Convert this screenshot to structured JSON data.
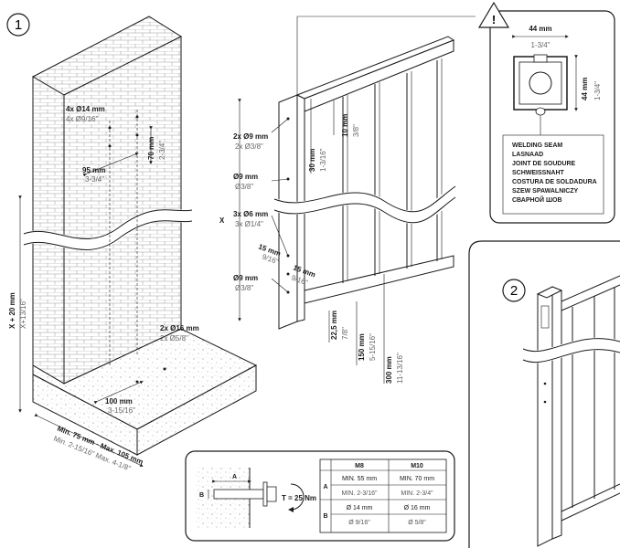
{
  "step_markers": {
    "step1": "1",
    "step2": "2"
  },
  "warning_symbol": "!",
  "wall": {
    "holes_top": "4x Ø14 mm",
    "holes_top_imperial": "4x Ø9/16\"",
    "dim_95": "95 mm",
    "dim_95_imperial": "3-3/4\"",
    "dim_70": "70 mm",
    "dim_70_imperial": "2-3/4\"",
    "height": "X + 20 mm",
    "height_imperial": "X+13/16\"",
    "holes_base": "2x Ø16 mm",
    "holes_base_imperial": "2x Ø5/8\"",
    "dim_100": "100 mm",
    "dim_100_imperial": "3-15/16\"",
    "base_depth": "Min. 75 mm - Max. 105 mm",
    "base_depth_imperial": "Min. 2-15/16\" Max. 4-1/8\""
  },
  "gate": {
    "holes_9_top": "2x Ø9 mm",
    "holes_9_top_imperial": "2x Ø3/8\"",
    "hole_9_mid": "Ø9 mm",
    "hole_9_mid_imperial": "Ø3/8\"",
    "holes_6": "3x Ø6 mm",
    "holes_6_imperial": "3x Ø1/4\"",
    "dim_15a": "15 mm",
    "dim_15a_imperial": "9/16\"",
    "dim_15b": "15 mm",
    "dim_15b_imperial": "9/16\"",
    "hole_9_low": "Ø9 mm",
    "hole_9_low_imperial": "Ø3/8\"",
    "dim_30": "30 mm",
    "dim_30_imperial": "1-3/16\"",
    "dim_10": "10 mm",
    "dim_10_imperial": "3/8\"",
    "x_label": "X",
    "dim_22": "22,5 mm",
    "dim_22_imperial": "7/8\"",
    "dim_150": "150 mm",
    "dim_150_imperial": "5-15/16\"",
    "dim_300": "300 mm",
    "dim_300_imperial": "11-13/16\""
  },
  "profile_detail": {
    "width": "44 mm",
    "width_imperial": "1-3/4\"",
    "height": "44 mm",
    "height_imperial": "1-3/4\"",
    "weld_labels": [
      "WELDING SEAM",
      "LASNAAD",
      "JOINT DE SOUDURE",
      "SCHWEISSNAHT",
      "COSTURA DE SOLDADURA",
      "SZEW SPAWALNICZY",
      "СВАРНОЙ ШОВ"
    ]
  },
  "anchor": {
    "label_a": "A",
    "label_b": "B",
    "torque": "T = 25 Nm",
    "table": {
      "headers": [
        "M8",
        "M10"
      ],
      "rows": [
        {
          "key": "A",
          "m8": "MIN. 55 mm",
          "m10": "MIN. 70 mm"
        },
        {
          "key": "",
          "m8": "MIN. 2-3/16\"",
          "m10": "MIN. 2-3/4\""
        },
        {
          "key": "B",
          "m8": "Ø 14 mm",
          "m10": "Ø 16 mm"
        },
        {
          "key": "",
          "m8": "Ø 9/16\"",
          "m10": "Ø 5/8\""
        }
      ]
    }
  }
}
